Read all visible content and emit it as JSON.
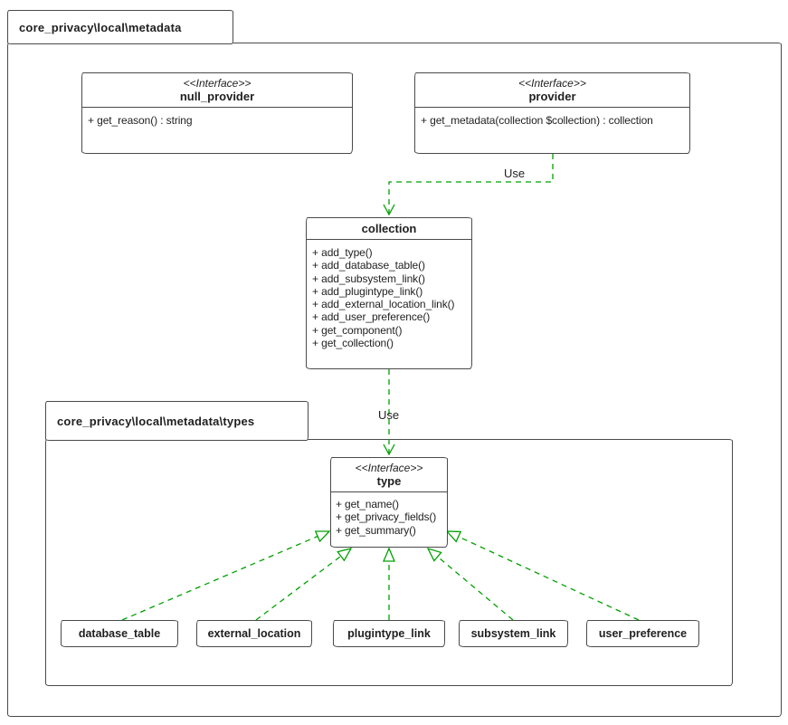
{
  "diagram": {
    "outer_package": {
      "title": "core_privacy\\local\\metadata"
    },
    "types_package": {
      "title": "core_privacy\\local\\metadata\\types"
    },
    "interfaces": {
      "null_provider": {
        "stereotype": "<<Interface>>",
        "name": "null_provider",
        "methods": [
          "+ get_reason() : string"
        ]
      },
      "provider": {
        "stereotype": "<<Interface>>",
        "name": "provider",
        "methods": [
          "+ get_metadata(collection $collection) : collection"
        ]
      },
      "type": {
        "stereotype": "<<Interface>>",
        "name": "type",
        "methods": [
          "+ get_name()",
          "+ get_privacy_fields()",
          "+ get_summary()"
        ]
      }
    },
    "classes": {
      "collection": {
        "name": "collection",
        "methods": [
          "+ add_type()",
          "+ add_database_table()",
          "+ add_subsystem_link()",
          "+ add_plugintype_link()",
          "+ add_external_location_link()",
          "+ add_user_preference()",
          "+ get_component()",
          "+ get_collection()"
        ]
      },
      "database_table": {
        "name": "database_table"
      },
      "external_location": {
        "name": "external_location"
      },
      "plugintype_link": {
        "name": "plugintype_link"
      },
      "subsystem_link": {
        "name": "subsystem_link"
      },
      "user_preference": {
        "name": "user_preference"
      }
    },
    "edges": {
      "provider_to_collection": {
        "type": "dependency",
        "label": "Use"
      },
      "collection_to_type": {
        "type": "dependency",
        "label": "Use"
      },
      "realizations": [
        "database_table",
        "external_location",
        "plugintype_link",
        "subsystem_link",
        "user_preference"
      ],
      "realization_target": "type"
    },
    "colors": {
      "edge_green": "#00a000",
      "box_border": "#4a4a4a",
      "text": "#1f1f1f",
      "background": "#ffffff"
    }
  }
}
